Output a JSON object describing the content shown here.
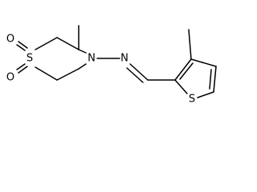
{
  "structure": {
    "atoms": {
      "ring_sulfur": "S",
      "oxo_oxygen_top": "O",
      "oxo_oxygen_bottom": "O",
      "ring_nitrogen": "N",
      "imine_nitrogen": "N",
      "thiophene_sulfur": "S"
    }
  }
}
